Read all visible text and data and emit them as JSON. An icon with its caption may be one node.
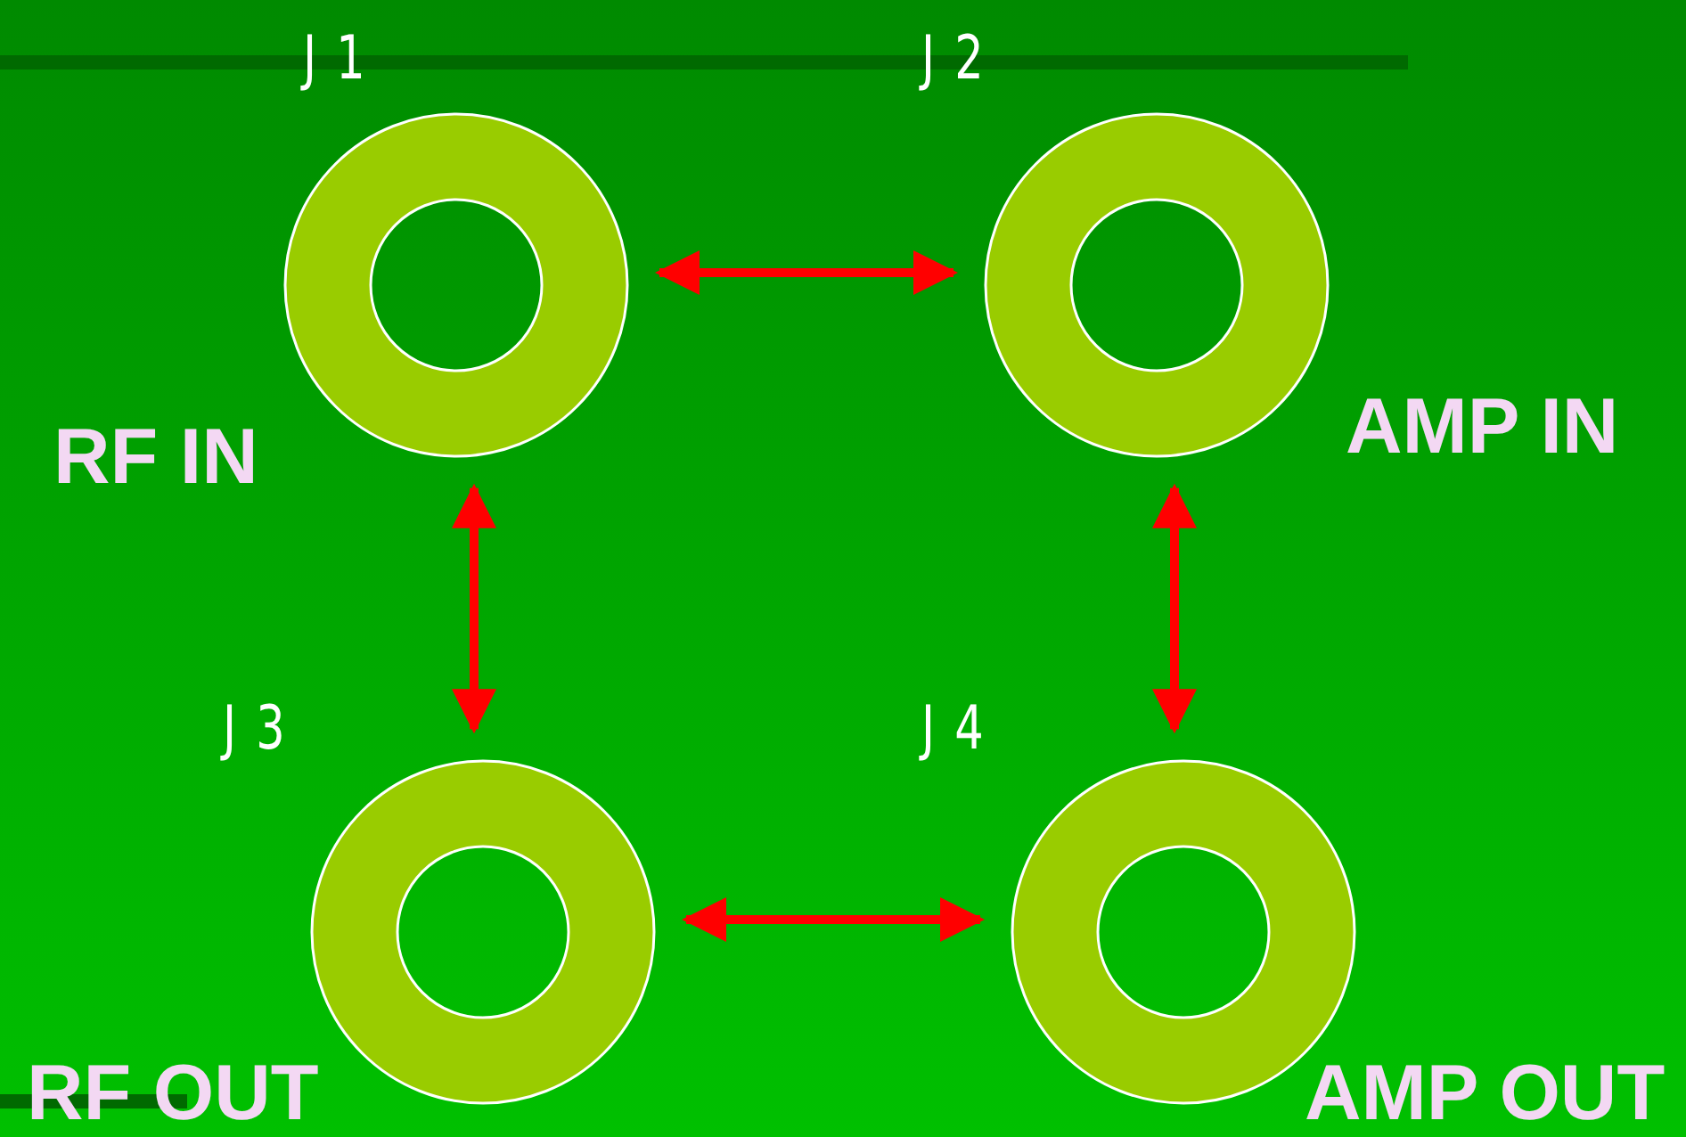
{
  "diagram": {
    "nodes": [
      {
        "text": [
          "J 1"
        ],
        "beside": [
          "RF IN"
        ]
      },
      {
        "text": [
          "J 2"
        ],
        "beside": [
          "AMP IN"
        ]
      },
      {
        "text": [
          "J 3"
        ],
        "beside": [
          "RF OUT"
        ]
      },
      {
        "text": [
          "J 4"
        ],
        "beside": [
          "AMP OUT"
        ]
      }
    ],
    "edges": [
      {
        "from": 0,
        "to": 1,
        "arrow": "both"
      },
      {
        "from": 0,
        "to": 2,
        "arrow": "both"
      },
      {
        "from": 1,
        "to": 3,
        "arrow": "both"
      },
      {
        "from": 2,
        "to": 3,
        "arrow": "both"
      }
    ]
  }
}
